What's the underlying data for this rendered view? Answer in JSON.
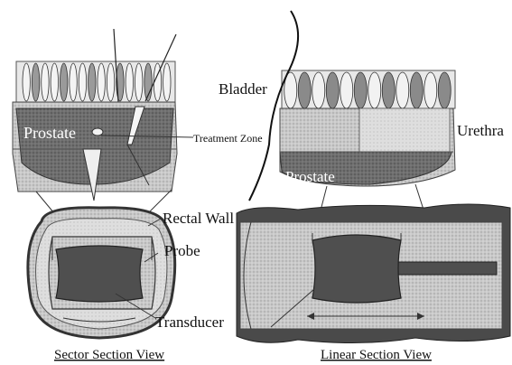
{
  "labels": {
    "bladder": "Bladder",
    "prostate_left": "Prostate",
    "prostate_right": "Prostate",
    "treatment_zone": "Treatment Zone",
    "urethra": "Urethra",
    "rectal_wall": "Rectal Wall",
    "probe": "Probe",
    "transducer": "Transducer"
  },
  "captions": {
    "sector": "Sector Section View",
    "linear": "Linear Section View"
  }
}
